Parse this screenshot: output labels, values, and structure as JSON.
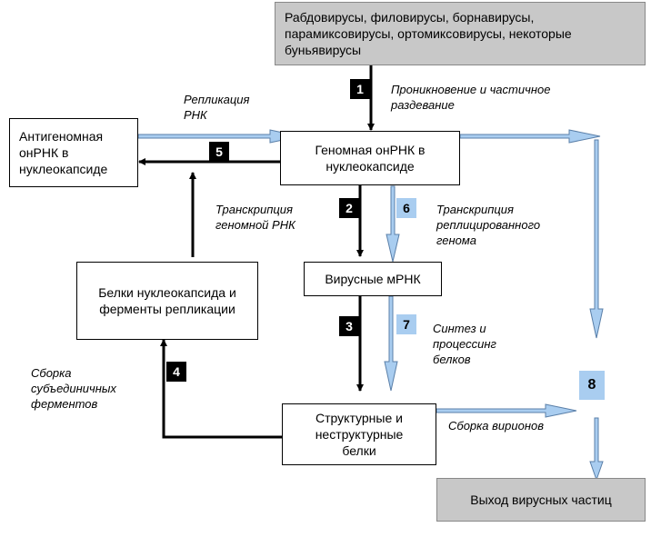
{
  "boxes": {
    "viruses": "Рабдовирусы, филовирусы, борнавирусы, парамиксовирусы, ортомиксовирусы, некоторые буньявирусы",
    "antigenomic": "Антигеномная онРНК в нуклеокапсиде",
    "genomic": "Геномная онРНК в нуклеокапсиде",
    "mrna": "Вирусные мРНК",
    "nucleocapsid_proteins": "Белки нуклеокапсида и ферменты репликации",
    "structural_proteins": "Структурные и неструктурные белки",
    "exit": "Выход вирусных частиц"
  },
  "steps": [
    "1",
    "2",
    "3",
    "4",
    "5",
    "6",
    "7",
    "8"
  ],
  "notes": {
    "step1": "Проникновение и частичное раздевание",
    "replication": "Репликация РНК",
    "transcription_genomic": "Транскрипция геномной РНК",
    "transcription_replicated": "Транскрипция реплицированного генома",
    "synthesis": "Синтез и процессинг белков",
    "assembly_subunit": "Сборка субъединичных ферментов",
    "assembly_virions": "Сборка вирионов"
  },
  "colors": {
    "dark_arrow": "#000000",
    "light_arrow": "#a9cdf0",
    "light_arrow_outline": "#5a7fa8",
    "gray_box": "#c8c8c8"
  }
}
